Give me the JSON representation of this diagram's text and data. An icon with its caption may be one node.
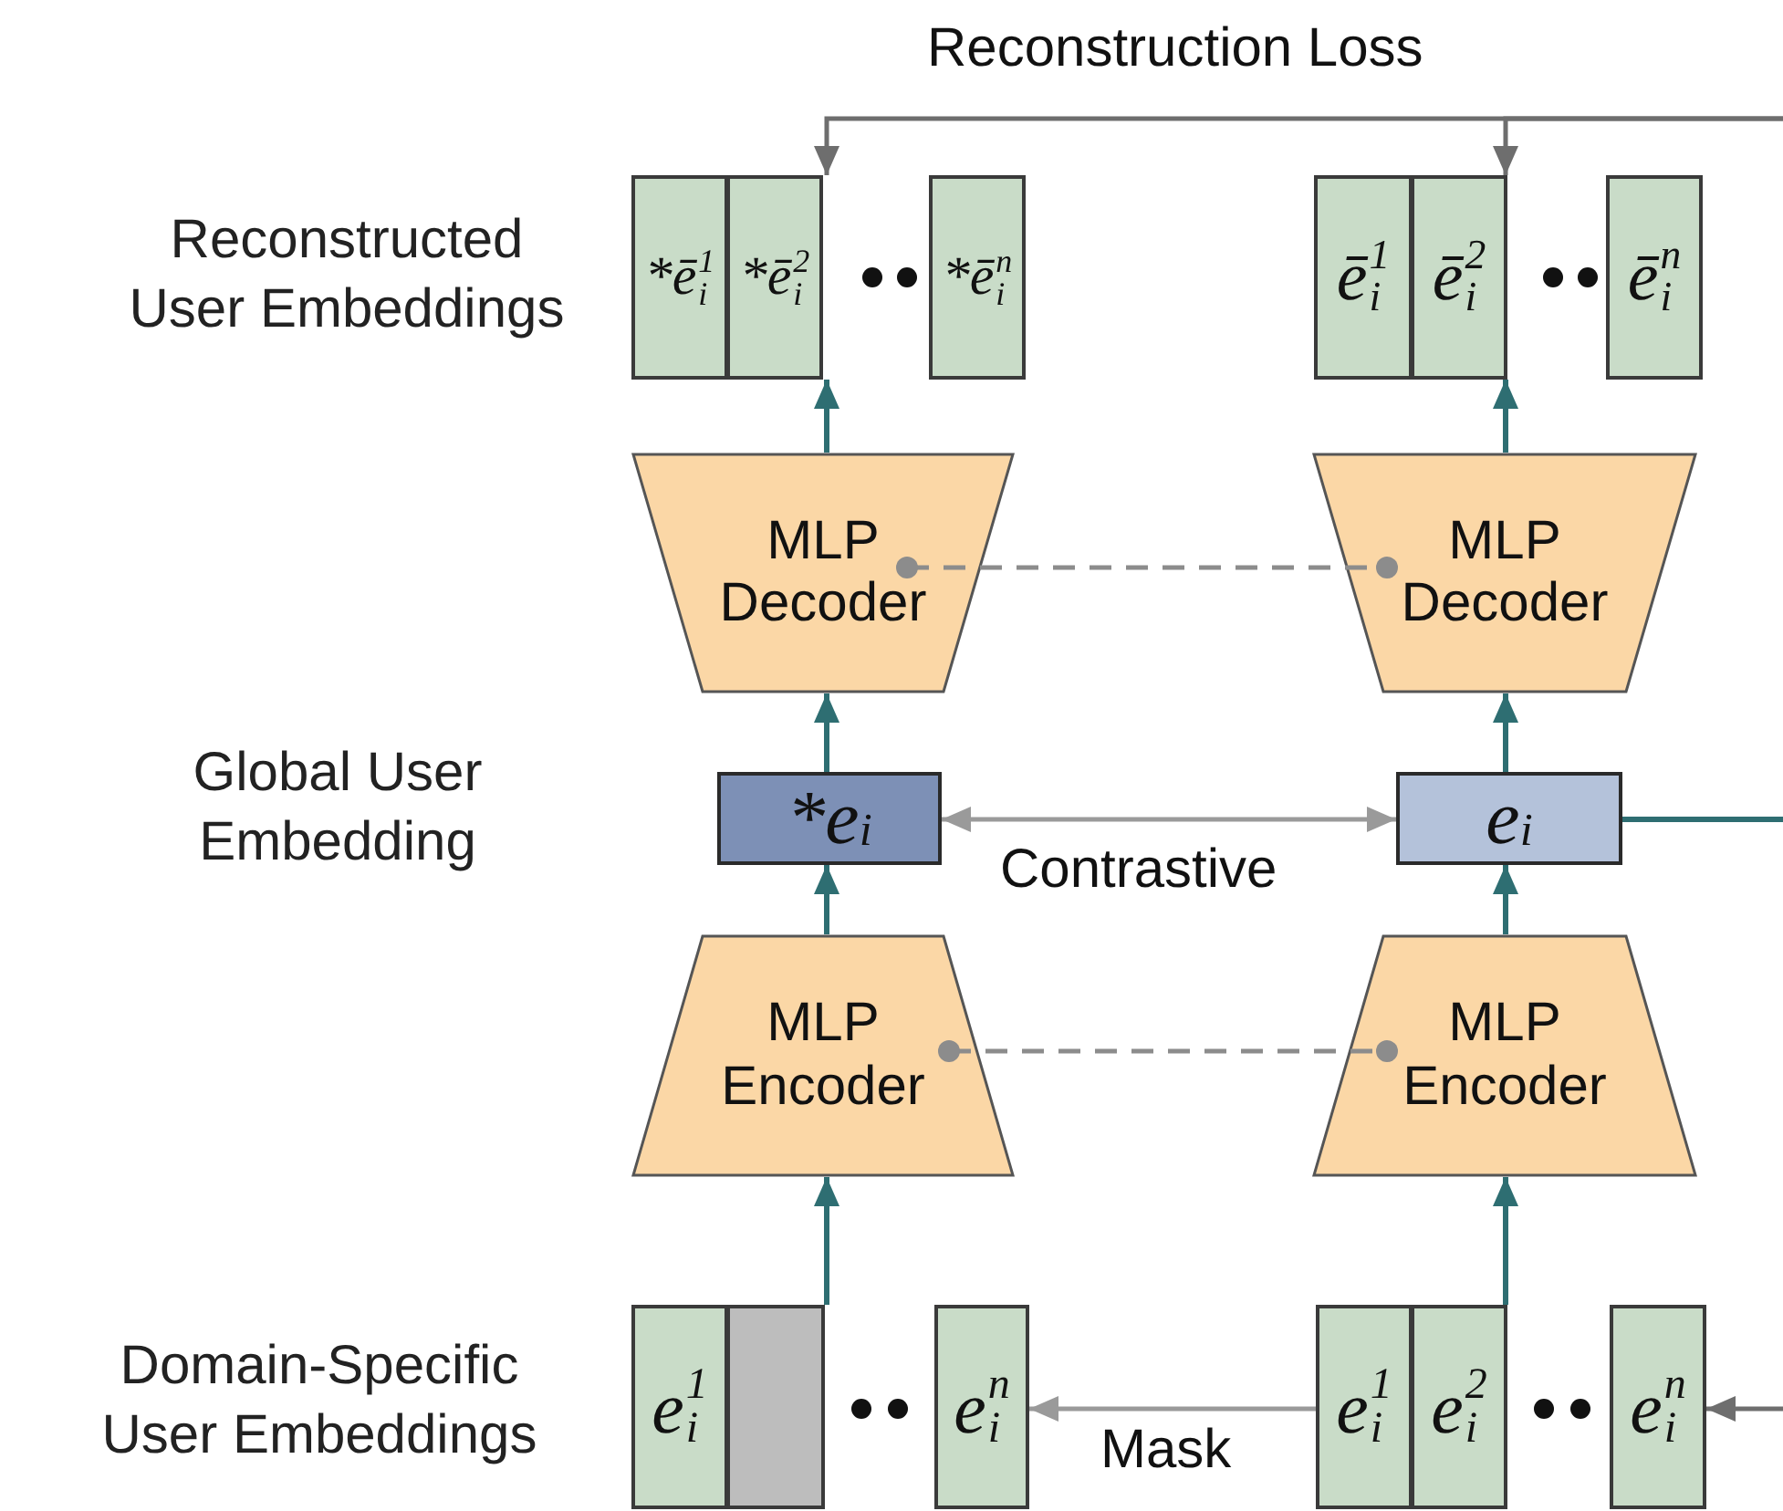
{
  "diagram": {
    "nodes": [
      {
        "text": [
          "*ē$^{1}$$_{i}$"
        ]
      },
      {
        "text": [
          "*ē$^{2}$$_{i}$"
        ]
      },
      {
        "text": [
          "*ē$^{n}$$_{i}$"
        ]
      },
      {
        "text": [
          "ē$^{1}$$_{i}$"
        ]
      },
      {
        "text": [
          "ē$^{2}$$_{i}$"
        ]
      },
      {
        "text": [
          "ē$^{n}$$_{i}$"
        ]
      },
      {
        "text": [
          "MLP Decoder"
        ]
      },
      {
        "text": [
          "MLP Decoder"
        ]
      },
      {
        "text": [
          "*e$_{i}$"
        ]
      },
      {
        "text": [
          "e$_{i}$"
        ]
      },
      {
        "text": [
          "MLP Encoder"
        ]
      },
      {
        "text": [
          "MLP Encoder"
        ]
      },
      {
        "text": [
          "e$^{1}$$_{i}$"
        ]
      },
      {
        "text": [],
        "shape": "box"
      },
      {
        "text": [
          "e$^{n}$$_{i}$"
        ]
      },
      {
        "text": [
          "e$^{1}$$_{i}$"
        ]
      },
      {
        "text": [
          "e$^{2}$$_{i}$"
        ]
      },
      {
        "text": [
          "e$^{n}$$_{i}$"
        ]
      }
    ],
    "edges": [
      {
        "from": 13,
        "to": 10,
        "arrow": "to"
      },
      {
        "from": 10,
        "to": 8,
        "arrow": "to"
      },
      {
        "from": 8,
        "to": 6,
        "arrow": "to"
      },
      {
        "from": 6,
        "to": 1,
        "arrow": "to"
      },
      {
        "from": 16,
        "to": 11,
        "arrow": "to"
      },
      {
        "from": 11,
        "to": 9,
        "arrow": "to"
      },
      {
        "from": 9,
        "to": 7,
        "arrow": "to"
      },
      {
        "from": 7,
        "to": 4,
        "arrow": "to"
      },
      {
        "from": 6,
        "to": 7,
        "arrow": "other",
        "style": "dashed",
        "color": "#8c8c8c"
      },
      {
        "from": 10,
        "to": 11,
        "arrow": "other",
        "style": "dashed",
        "color": "#8c8c8c"
      },
      {
        "from": 8,
        "to": 9,
        "arrow": "both",
        "label": "Contrastive",
        "color": "#9a9a9a"
      },
      {
        "from": 15,
        "to": 14,
        "arrow": "to",
        "label": "Mask",
        "color": "#9a9a9a"
      },
      {
        "from": null,
        "to": 17,
        "arrow": "to",
        "color": "#6e6e6e"
      },
      {
        "from": 9,
        "to": null,
        "arrow": "none"
      },
      {
        "from": null,
        "to": 1,
        "arrow": "to",
        "label": "Reconstruction Loss",
        "color": "#6e6e6e"
      },
      {
        "from": null,
        "to": 4,
        "arrow": "to",
        "color": "#6e6e6e"
      }
    ],
    "labels": [
      "Reconstructed User Embeddings",
      "Global User Embedding",
      "Domain-Specific User Embeddings"
    ]
  }
}
